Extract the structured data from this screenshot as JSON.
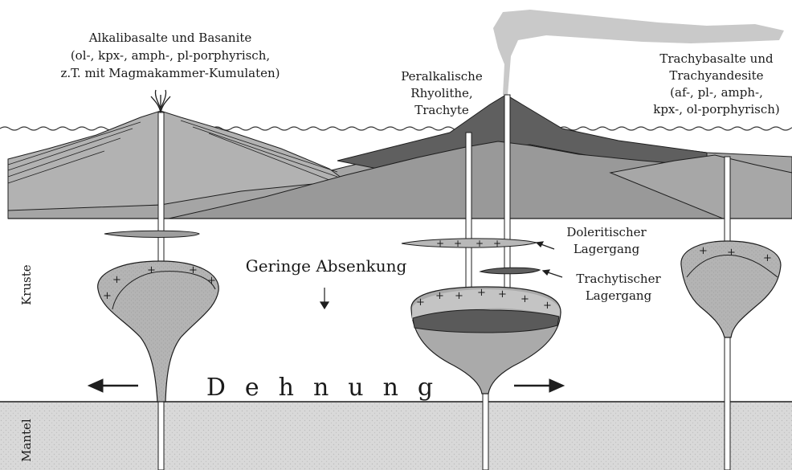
{
  "labels": {
    "left_volcano": [
      "Alkalibasalte und Basanite",
      "(ol-, kpx-, amph-, pl-porphyrisch,",
      "z.T. mit Magmakammer-Kumulaten)"
    ],
    "center_volcano": [
      "Peralkalische",
      "Rhyolithe,",
      "Trachyte"
    ],
    "right_volcano": [
      "Trachybasalte und",
      "Trachyandesite",
      "(af-, pl-, amph-,",
      "kpx-, ol-porphyrisch)"
    ],
    "sill_doleritic": [
      "Doleritischer",
      "Lagergang"
    ],
    "sill_trachytic": [
      "Trachytischer",
      "Lagergang"
    ],
    "subsidence": "Geringe Absenkung",
    "extension": "Dehnung",
    "crust": "Kruste",
    "mantle": "Mantel"
  },
  "colors": {
    "rock_light": "#b9b9b9",
    "rock_mid": "#9a9a9a",
    "rock_dark": "#5e5e5e",
    "chamber": "#adadad",
    "chamber_top": "#c4c4c4",
    "mantle": "#d6d6d6",
    "plume": "#c7c7c7",
    "line": "#1e1e1e"
  }
}
